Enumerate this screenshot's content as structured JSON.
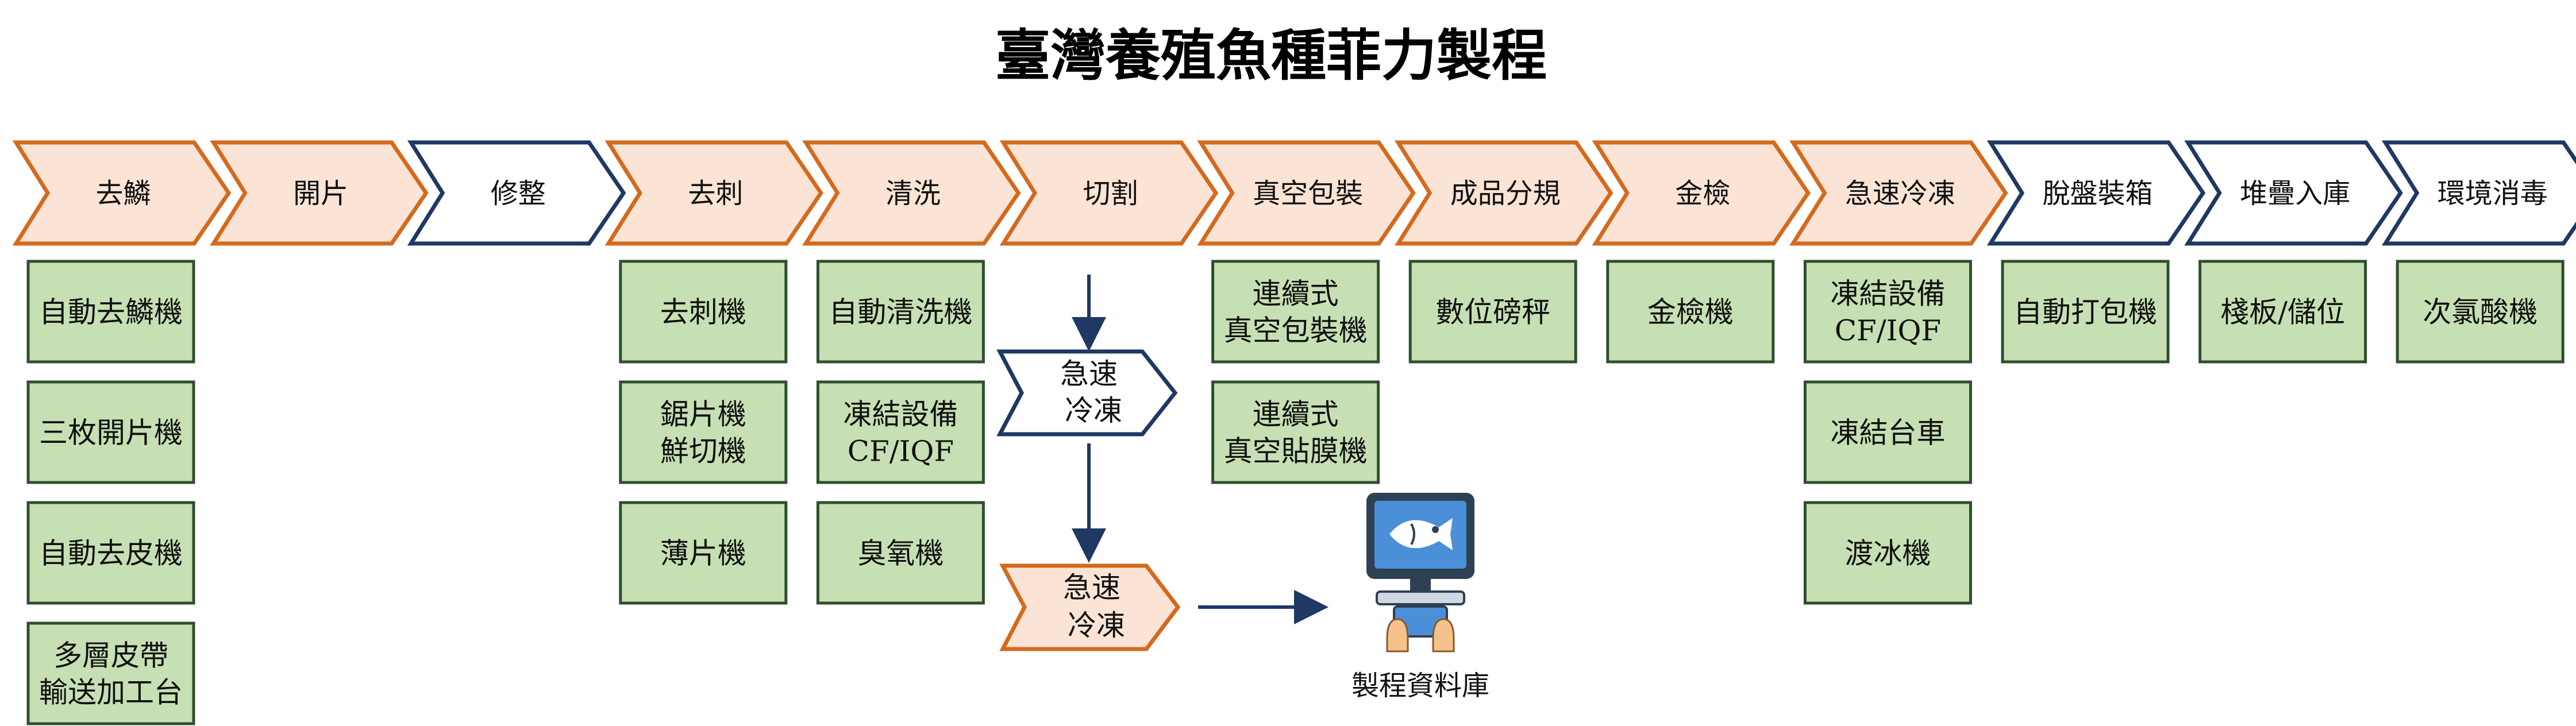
{
  "title": "臺灣養殖魚種菲力製程",
  "colors": {
    "orange_stroke": "#d46a1e",
    "orange_fill": "#fbe4d5",
    "navy_stroke": "#1f3864",
    "navy_fill": "#ffffff",
    "green_fill": "#c6e0b4",
    "green_stroke": "#2f4f2f",
    "arrow": "#1f3864"
  },
  "steps": [
    {
      "label": "去鱗",
      "style": "orange"
    },
    {
      "label": "開片",
      "style": "orange"
    },
    {
      "label": "修整",
      "style": "navy"
    },
    {
      "label": "去刺",
      "style": "orange"
    },
    {
      "label": "清洗",
      "style": "orange"
    },
    {
      "label": "切割",
      "style": "orange"
    },
    {
      "label": "真空包裝",
      "style": "orange"
    },
    {
      "label": "成品分規",
      "style": "orange"
    },
    {
      "label": "金檢",
      "style": "orange"
    },
    {
      "label": "急速冷凍",
      "style": "orange"
    },
    {
      "label": "脫盤裝箱",
      "style": "navy"
    },
    {
      "label": "堆疊入庫",
      "style": "navy"
    },
    {
      "label": "環境消毒",
      "style": "navy"
    }
  ],
  "equipment": [
    {
      "step": 0,
      "items": [
        [
          "自動去鱗機"
        ],
        [
          "三枚開片機"
        ],
        [
          "自動去皮機"
        ],
        [
          "多層皮帶",
          "輸送加工台"
        ]
      ]
    },
    {
      "step": 3,
      "items": [
        [
          "去刺機"
        ],
        [
          "鋸片機",
          "鮮切機"
        ],
        [
          "薄片機"
        ]
      ]
    },
    {
      "step": 4,
      "items": [
        [
          "自動清洗機"
        ],
        [
          "凍結設備",
          "CF/IQF"
        ],
        [
          "臭氧機"
        ]
      ]
    },
    {
      "step": 6,
      "items": [
        [
          "連續式",
          "真空包裝機"
        ],
        [
          "連續式",
          "真空貼膜機"
        ]
      ]
    },
    {
      "step": 7,
      "items": [
        [
          "數位磅秤"
        ]
      ]
    },
    {
      "step": 8,
      "items": [
        [
          "金檢機"
        ]
      ]
    },
    {
      "step": 9,
      "items": [
        [
          "凍結設備",
          "CF/IQF"
        ],
        [
          "凍結台車"
        ],
        [
          "渡冰機"
        ]
      ]
    },
    {
      "step": 10,
      "items": [
        [
          "自動打包機"
        ]
      ]
    },
    {
      "step": 11,
      "items": [
        [
          "棧板/儲位"
        ]
      ]
    },
    {
      "step": 12,
      "items": [
        [
          "次氯酸機"
        ]
      ]
    }
  ],
  "branch": {
    "node1": {
      "lines": [
        "急速",
        "冷凍"
      ],
      "style": "navy"
    },
    "node2": {
      "lines": [
        "急速",
        "冷凍"
      ],
      "style": "orange"
    },
    "database_label": "製程資料庫",
    "database_icon": "computer-fish-icon"
  }
}
